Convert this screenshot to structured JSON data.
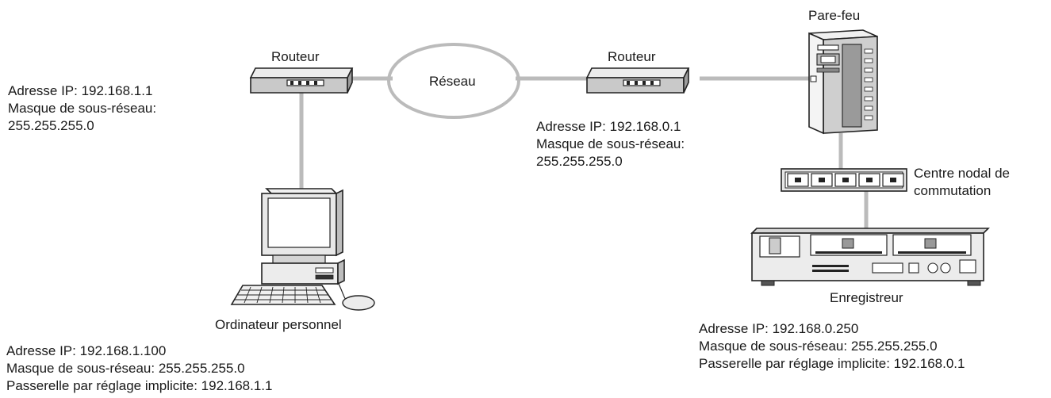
{
  "labels": {
    "router_left": "Routeur",
    "router_right": "Routeur",
    "network": "Réseau",
    "firewall": "Pare-feu",
    "hub_line1": "Centre nodal de",
    "hub_line2": "commutation",
    "recorder": "Enregistreur",
    "pc": "Ordinateur personnel"
  },
  "router_left_info": {
    "ip": "Adresse IP: 192.168.1.1",
    "mask_label": "Masque de sous-réseau:",
    "mask_value": "255.255.255.0"
  },
  "router_right_info": {
    "ip": "Adresse IP: 192.168.0.1",
    "mask_label": "Masque de sous-réseau:",
    "mask_value": "255.255.255.0"
  },
  "pc_info": {
    "ip": "Adresse IP: 192.168.1.100",
    "mask": "Masque de sous-réseau: 255.255.255.0",
    "gateway": "Passerelle par réglage implicite: 192.168.1.1"
  },
  "recorder_info": {
    "ip": "Adresse IP: 192.168.0.250",
    "mask": "Masque de sous-réseau: 255.255.255.0",
    "gateway": "Passerelle par réglage implicite: 192.168.0.1"
  },
  "colors": {
    "connection_line": "#bbbbbb",
    "device_fill": "#e6e6e6",
    "device_stroke": "#222222",
    "text": "#1a1a1a"
  }
}
